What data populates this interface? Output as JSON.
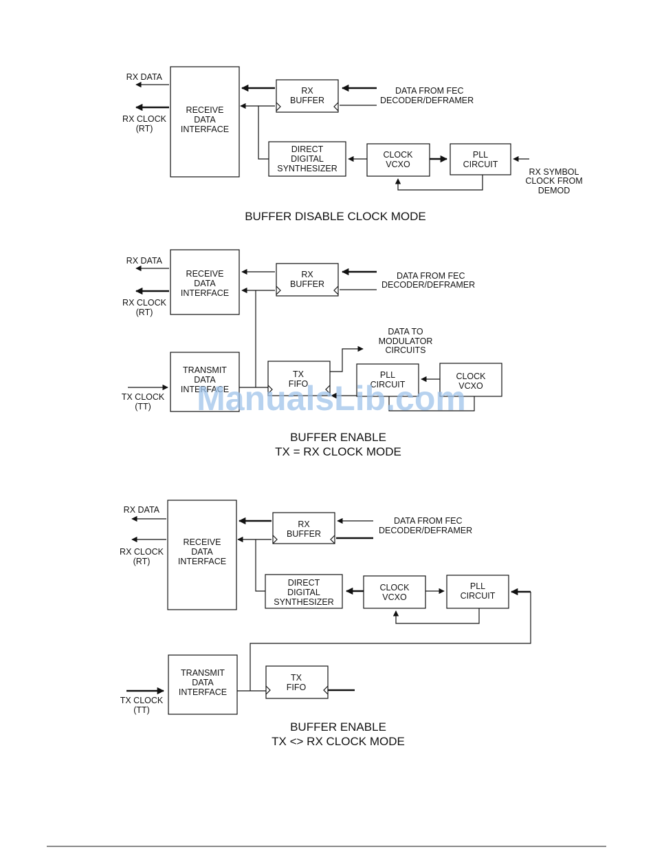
{
  "diagrams": [
    {
      "caption": [
        "BUFFER DISABLE CLOCK MODE"
      ],
      "rx_data": "RX DATA",
      "rx_clock": [
        "RX CLOCK",
        "(RT)"
      ],
      "receive_interface": [
        "RECEIVE",
        "DATA",
        "INTERFACE"
      ],
      "rx_buffer": [
        "RX",
        "BUFFER"
      ],
      "data_from_fec": [
        "DATA FROM FEC",
        "DECODER/DEFRAMER"
      ],
      "dds": [
        "DIRECT",
        "DIGITAL",
        "SYNTHESIZER"
      ],
      "clock_vcxo": [
        "CLOCK",
        "VCXO"
      ],
      "pll": [
        "PLL",
        "CIRCUIT"
      ],
      "rx_symbol_clock": [
        "RX SYMBOL",
        "CLOCK FROM",
        "DEMOD"
      ]
    },
    {
      "caption": [
        "BUFFER ENABLE",
        "TX = RX CLOCK MODE"
      ],
      "rx_data": "RX DATA",
      "rx_clock": [
        "RX CLOCK",
        "(RT)"
      ],
      "receive_interface": [
        "RECEIVE",
        "DATA",
        "INTERFACE"
      ],
      "rx_buffer": [
        "RX",
        "BUFFER"
      ],
      "data_from_fec": [
        "DATA FROM FEC",
        "DECODER/DEFRAMER"
      ],
      "transmit_interface": [
        "TRANSMIT",
        "DATA",
        "INTERFACE"
      ],
      "tx_clock": [
        "TX CLOCK",
        "(TT)"
      ],
      "tx_fifo": [
        "TX",
        "FIFO"
      ],
      "pll": [
        "PLL",
        "CIRCUIT"
      ],
      "clock_vcxo": [
        "CLOCK",
        "VCXO"
      ],
      "data_to_modulator": [
        "DATA TO",
        "MODULATOR",
        "CIRCUITS"
      ]
    },
    {
      "caption": [
        "BUFFER ENABLE",
        "TX <> RX CLOCK MODE"
      ],
      "rx_data": "RX DATA",
      "rx_clock": [
        "RX CLOCK",
        "(RT)"
      ],
      "receive_interface": [
        "RECEIVE",
        "DATA",
        "INTERFACE"
      ],
      "rx_buffer": [
        "RX",
        "BUFFER"
      ],
      "data_from_fec": [
        "DATA FROM FEC",
        "DECODER/DEFRAMER"
      ],
      "dds": [
        "DIRECT",
        "DIGITAL",
        "SYNTHESIZER"
      ],
      "clock_vcxo": [
        "CLOCK",
        "VCXO"
      ],
      "pll": [
        "PLL",
        "CIRCUIT"
      ],
      "transmit_interface": [
        "TRANSMIT",
        "DATA",
        "INTERFACE"
      ],
      "tx_clock": [
        "TX CLOCK",
        "(TT)"
      ],
      "tx_fifo": [
        "TX",
        "FIFO"
      ]
    }
  ],
  "watermark": "ManualsLib.com"
}
